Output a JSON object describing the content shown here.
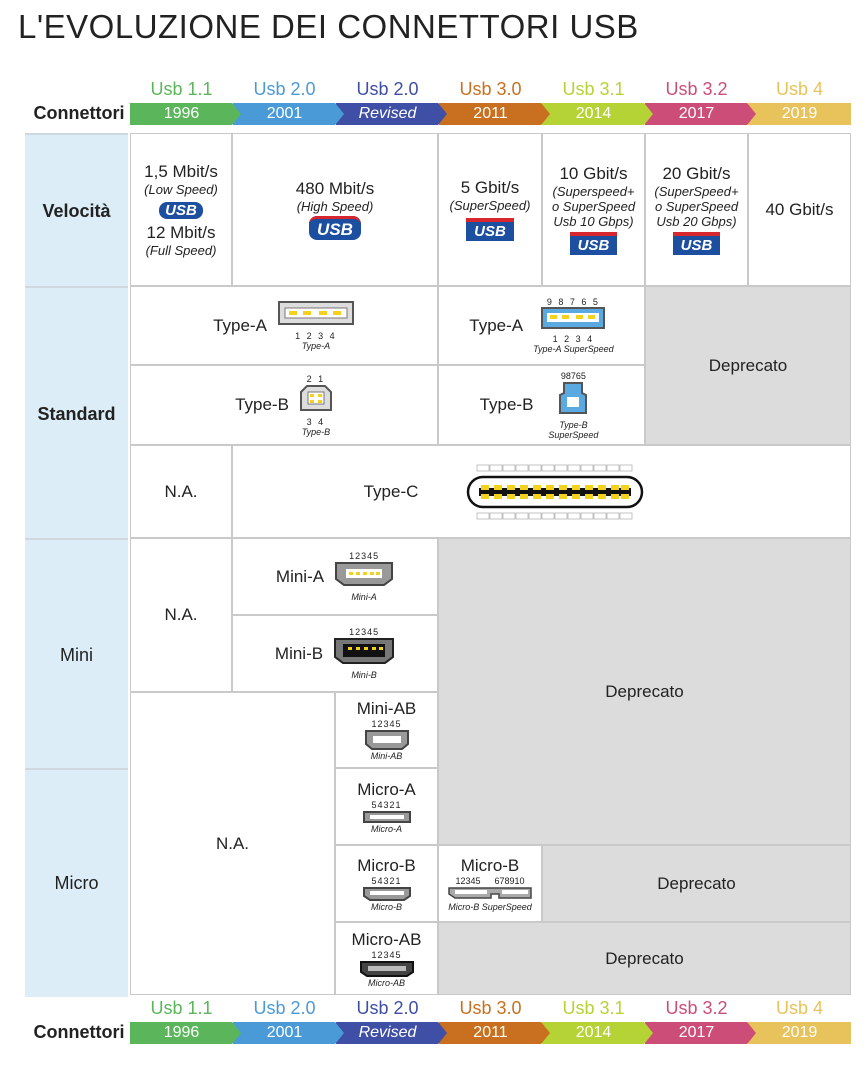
{
  "title": "L'EVOLUZIONE DEI CONNETTORI USB",
  "header": {
    "row_label": "Connettori",
    "versions": [
      {
        "name": "Usb 1.1",
        "year": "1996",
        "color": "#5bb65b"
      },
      {
        "name": "Usb 2.0",
        "year": "2001",
        "color": "#4a9ad8"
      },
      {
        "name": "Usb 2.0",
        "year": "Revised",
        "color": "#3e4fa5"
      },
      {
        "name": "Usb 3.0",
        "year": "2011",
        "color": "#c8701f"
      },
      {
        "name": "Usb 3.1",
        "year": "2014",
        "color": "#b5d334"
      },
      {
        "name": "Usb 3.2",
        "year": "2017",
        "color": "#cc4e78"
      },
      {
        "name": "Usb 4",
        "year": "2019",
        "color": "#e8c25a"
      }
    ]
  },
  "categories": {
    "speed": "Velocità",
    "standard": "Standard",
    "mini": "Mini",
    "micro": "Micro"
  },
  "speed": {
    "low": "1,5 Mbit/s",
    "low_note": "(Low Speed)",
    "full": "12 Mbit/s",
    "full_note": "(Full Speed)",
    "high": "480 Mbit/s",
    "high_note": "(High Speed)",
    "ss": "5 Gbit/s",
    "ss_note": "(SuperSpeed)",
    "ss10": "10 Gbit/s",
    "ss10_note": "(Superspeed+ o SuperSpeed Usb 10 Gbps)",
    "ss20": "20 Gbit/s",
    "ss20_note": "(SuperSpeed+ o SuperSpeed Usb 20 Gbps)",
    "usb4": "40 Gbit/s",
    "logo": "USB"
  },
  "standard": {
    "type_a": "Type-A",
    "type_a_pins": "1 2 3 4",
    "type_a_cap": "Type-A",
    "type_a_ss": "Type-A",
    "type_a_ss_top": "9 8 7 6 5",
    "type_a_ss_pins": "1 2 3 4",
    "type_a_ss_cap": "Type-A SuperSpeed",
    "type_b": "Type-B",
    "type_b_top": "2 1",
    "type_b_bottom": "3 4",
    "type_b_cap": "Type-B",
    "type_b_ss": "Type-B",
    "type_b_ss_top": "98765",
    "type_b_ss_cap": "Type-B SuperSpeed",
    "type_c": "Type-C",
    "na": "N.A.",
    "deprecated": "Deprecato"
  },
  "mini": {
    "mini_a": "Mini-A",
    "mini_a_pins": "12345",
    "mini_a_cap": "Mini-A",
    "mini_b": "Mini-B",
    "mini_b_pins": "12345",
    "mini_b_cap": "Mini-B",
    "mini_ab": "Mini-AB",
    "mini_ab_pins": "12345",
    "mini_ab_cap": "Mini-AB",
    "na": "N.A.",
    "deprecated": "Deprecato"
  },
  "micro": {
    "micro_a": "Micro-A",
    "micro_a_pins": "54321",
    "micro_a_cap": "Micro-A",
    "micro_b": "Micro-B",
    "micro_b_pins": "54321",
    "micro_b_cap": "Micro-B",
    "micro_b_ss": "Micro-B",
    "micro_b_ss_pins1": "12345",
    "micro_b_ss_pins2": "678910",
    "micro_b_ss_cap": "Micro-B SuperSpeed",
    "micro_ab": "Micro-AB",
    "micro_ab_pins": "12345",
    "micro_ab_cap": "Micro-AB",
    "na": "N.A.",
    "deprecated": "Deprecato",
    "deprecated2": "Deprecato"
  }
}
